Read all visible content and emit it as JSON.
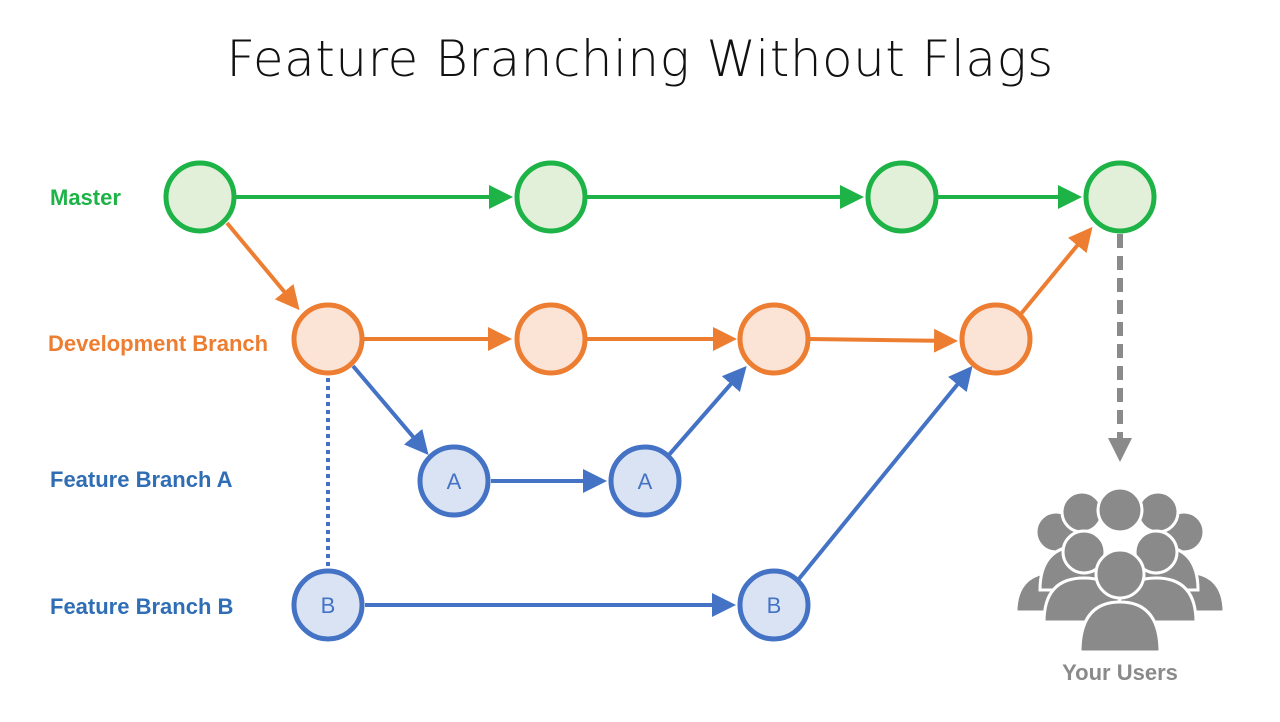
{
  "title": "Feature Branching Without Flags",
  "lanes": {
    "master": "Master",
    "development": "Development Branch",
    "feature_a": "Feature Branch A",
    "feature_b": "Feature Branch B"
  },
  "node_labels": {
    "a": "A",
    "b": "B"
  },
  "users": {
    "label": "Your Users",
    "icon": "users-group-icon"
  },
  "colors": {
    "master": "#1db347",
    "master_fill": "#e2f0d9",
    "development": "#ed7d31",
    "development_fill": "#fbe3d6",
    "feature": "#4472c4",
    "feature_fill": "#dae3f3",
    "users": "#8a8a8a"
  }
}
